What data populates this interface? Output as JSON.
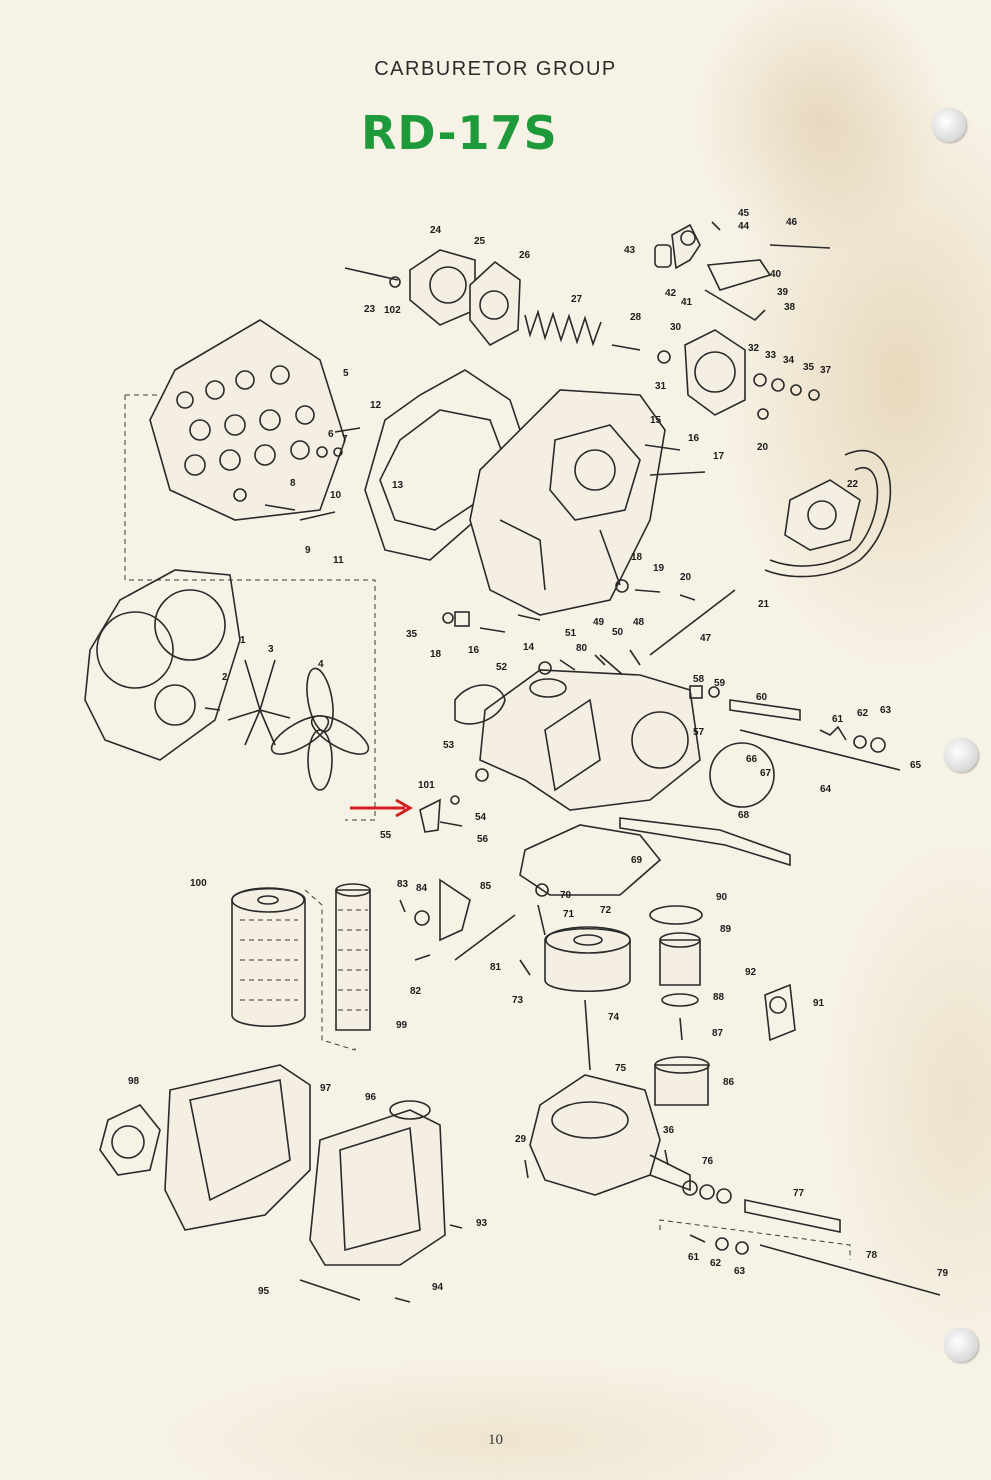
{
  "header": {
    "title": "CARBURETOR GROUP"
  },
  "annotation": {
    "handwritten": "RD-17S"
  },
  "footer": {
    "page_number": "10"
  },
  "colors": {
    "annotation_green": "#1f9a3a",
    "arrow_red": "#d21f1f",
    "ink": "#2a2a2a",
    "paper": "#f7f2e6"
  },
  "callouts": {
    "c1": "1",
    "c2": "2",
    "c3": "3",
    "c4": "4",
    "c5": "5",
    "c6": "6",
    "c7": "7",
    "c8": "8",
    "c9": "9",
    "c10": "10",
    "c11": "11",
    "c12": "12",
    "c13": "13",
    "c14": "14",
    "c15": "15",
    "c16a": "16",
    "c16b": "16",
    "c17": "17",
    "c18a": "18",
    "c18b": "18",
    "c19": "19",
    "c20a": "20",
    "c20b": "20",
    "c21": "21",
    "c22": "22",
    "c23": "23",
    "c24": "24",
    "c25": "25",
    "c26": "26",
    "c27": "27",
    "c28": "28",
    "c29": "29",
    "c30": "30",
    "c31": "31",
    "c32": "32",
    "c33": "33",
    "c34": "34",
    "c35a": "35",
    "c35b": "35",
    "c36": "36",
    "c37": "37",
    "c38": "38",
    "c39": "39",
    "c40": "40",
    "c41": "41",
    "c42": "42",
    "c43": "43",
    "c44": "44",
    "c45": "45",
    "c46": "46",
    "c47": "47",
    "c48": "48",
    "c49": "49",
    "c50": "50",
    "c51": "51",
    "c52": "52",
    "c53": "53",
    "c54": "54",
    "c55": "55",
    "c56": "56",
    "c57": "57",
    "c58": "58",
    "c59": "59",
    "c60": "60",
    "c61a": "61",
    "c61b": "61",
    "c62a": "62",
    "c62b": "62",
    "c63a": "63",
    "c63b": "63",
    "c64": "64",
    "c65": "65",
    "c66": "66",
    "c67": "67",
    "c68": "68",
    "c69": "69",
    "c70": "70",
    "c71": "71",
    "c72": "72",
    "c73": "73",
    "c74": "74",
    "c75": "75",
    "c76": "76",
    "c77": "77",
    "c78": "78",
    "c79": "79",
    "c80": "80",
    "c81": "81",
    "c82": "82",
    "c83": "83",
    "c84": "84",
    "c85": "85",
    "c86": "86",
    "c87": "87",
    "c88": "88",
    "c89": "89",
    "c90": "90",
    "c91": "91",
    "c92": "92",
    "c93": "93",
    "c94": "94",
    "c95": "95",
    "c96": "96",
    "c97": "97",
    "c98": "98",
    "c99": "99",
    "c100": "100",
    "c101": "101",
    "c102": "102"
  }
}
